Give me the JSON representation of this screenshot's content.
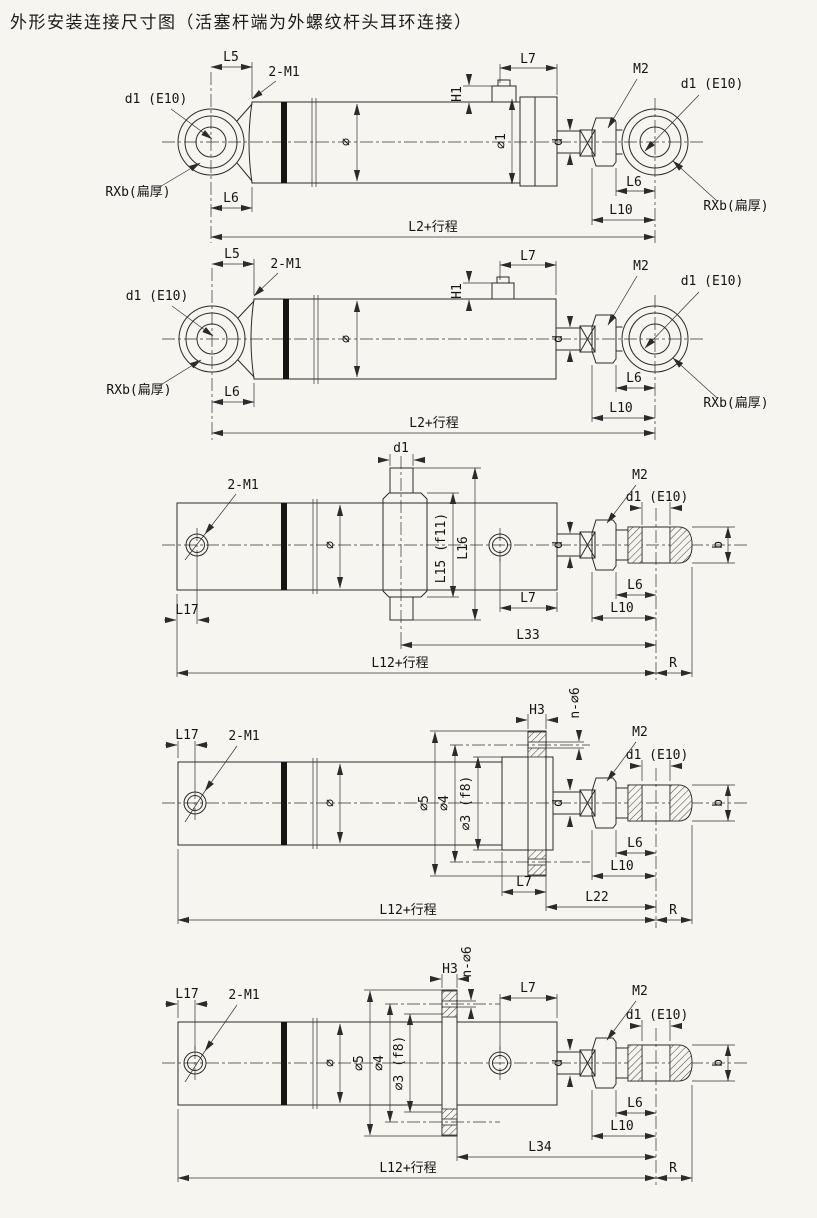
{
  "page": {
    "title": "外形安装连接尺寸图（活塞杆端为外螺纹杆头耳环连接）"
  },
  "labels": {
    "phi": "∅",
    "phi1": "∅1",
    "phi3_f8": "∅3 (f8)",
    "phi4": "∅4",
    "phi5": "∅5",
    "n_phi6": "n-∅6",
    "d": "d",
    "d1": "d1",
    "d1_e10": "d1 (E10)",
    "b": "b",
    "r": "R",
    "m1": "2-M1",
    "m2": "M2",
    "h1": "H1",
    "h3": "H3",
    "l2_stroke": "L2+行程",
    "l5": "L5",
    "l6": "L6",
    "l7": "L7",
    "l10": "L10",
    "l12_stroke": "L12+行程",
    "l15_f11": "L15 (f11)",
    "l16": "L16",
    "l17": "L17",
    "l22": "L22",
    "l33": "L33",
    "l34": "L34",
    "rxb": "RXb(扁厚)"
  }
}
